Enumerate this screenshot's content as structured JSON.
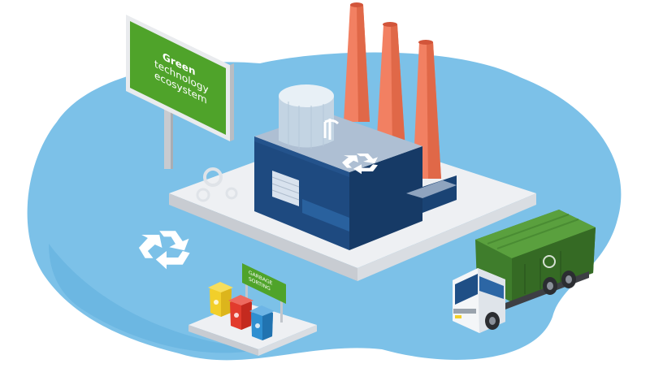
{
  "billboard": {
    "line1": "Green",
    "line2": "technology",
    "line3": "ecosystem"
  },
  "garbage_sign": {
    "line1": "GARBAGE",
    "line2": "SORTING"
  },
  "icons": {
    "factory_roof": "recycle-icon",
    "ground": "recycle-icon",
    "truck": "recycle-icon"
  },
  "colors": {
    "water": "#6bb8e3",
    "platform": "#eef0f2",
    "factory": "#1f4f86",
    "chimney": "#f28062",
    "sign_green": "#4fa32a",
    "truck_green": "#3f7d2c",
    "bin_yellow": "#f2cf2a",
    "bin_red": "#e23b2d",
    "bin_blue": "#2f8fd1"
  }
}
